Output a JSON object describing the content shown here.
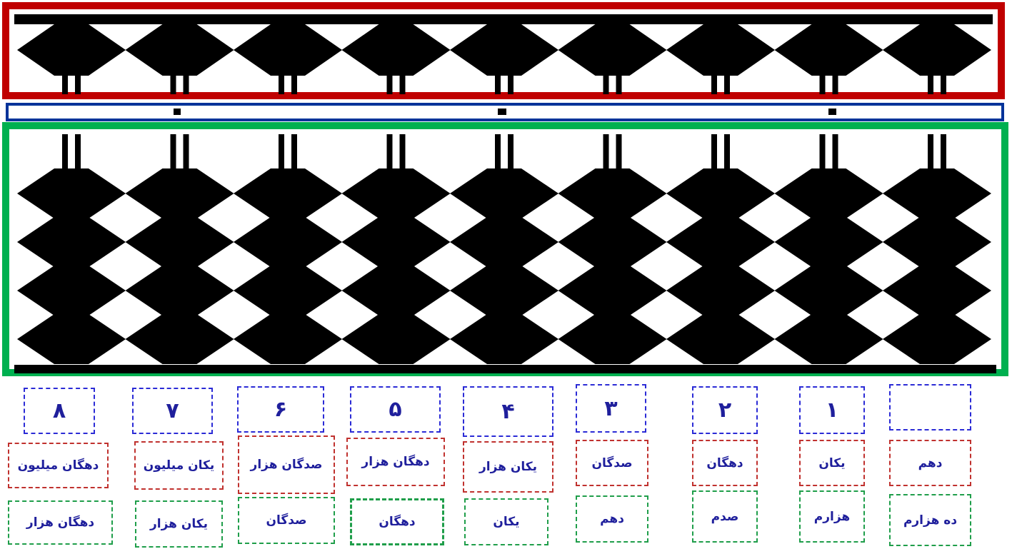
{
  "abacus": {
    "rod_count": 9,
    "upper_beads_per_rod": 1,
    "lower_beads_per_rod": 4,
    "upper_deck_frame_color": "#c00000",
    "bar_frame_color": "#003399",
    "lower_deck_frame_color": "#00b050",
    "bead_color": "#000000"
  },
  "columns": [
    {
      "digit": "۸",
      "place": "دهگان میلیون",
      "decimal_place": "دهگان هزار"
    },
    {
      "digit": "۷",
      "place": "یکان میلیون",
      "decimal_place": "یکان هزار"
    },
    {
      "digit": "۶",
      "place": "صدگان هزار",
      "decimal_place": "صدگان"
    },
    {
      "digit": "۵",
      "place": "دهگان هزار",
      "decimal_place": "دهگان"
    },
    {
      "digit": "۴",
      "place": "یکان هزار",
      "decimal_place": "یکان"
    },
    {
      "digit": "۳",
      "place": "صدگان",
      "decimal_place": "دهم"
    },
    {
      "digit": "۲",
      "place": "دهگان",
      "decimal_place": "صدم"
    },
    {
      "digit": "۱",
      "place": "یکان",
      "decimal_place": "هزارم"
    },
    {
      "digit": "",
      "place": "دهم",
      "decimal_place": "ده هزارم"
    }
  ]
}
